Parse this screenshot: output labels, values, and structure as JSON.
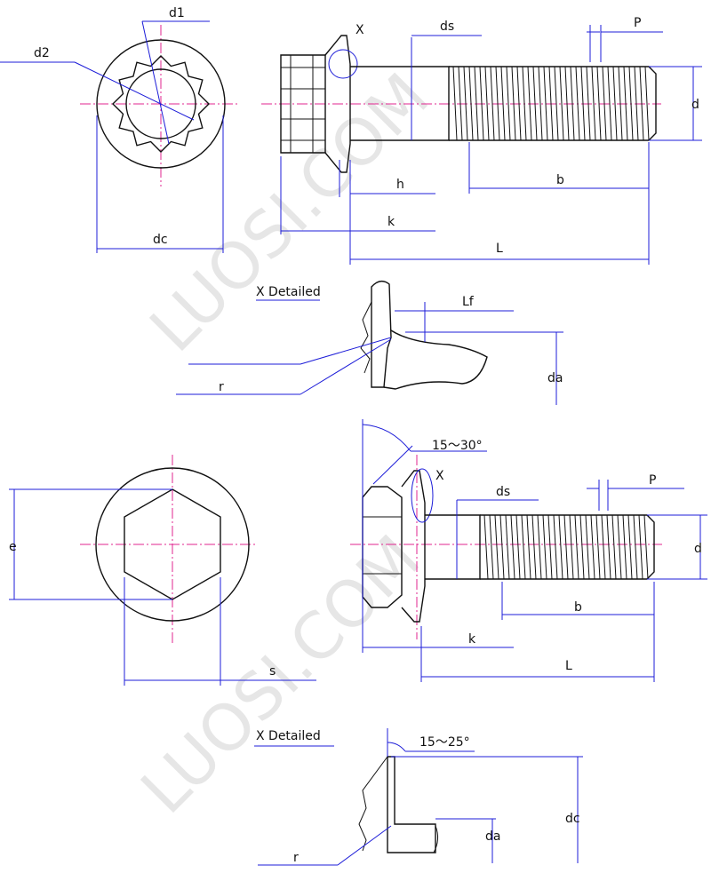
{
  "watermark": "LUOSI.COM",
  "top_view": {
    "labels": {
      "d1": "d1",
      "d2": "d2",
      "dc": "dc"
    }
  },
  "top_side": {
    "labels": {
      "x": "X",
      "ds": "ds",
      "p": "P",
      "d": "d",
      "h": "h",
      "b": "b",
      "k": "k",
      "l": "L"
    }
  },
  "detail_1": {
    "title": "X Detailed",
    "labels": {
      "lf": "Lf",
      "da": "da",
      "r": "r"
    }
  },
  "hex_view": {
    "labels": {
      "e": "e",
      "s": "s"
    }
  },
  "hex_side": {
    "labels": {
      "angle": "15～30°",
      "x": "X",
      "ds": "ds",
      "p": "P",
      "d": "d",
      "b": "b",
      "k": "k",
      "l": "L"
    }
  },
  "detail_2": {
    "title": "X Detailed",
    "labels": {
      "angle": "15～25°",
      "dc": "dc",
      "da": "da",
      "r": "r"
    }
  }
}
